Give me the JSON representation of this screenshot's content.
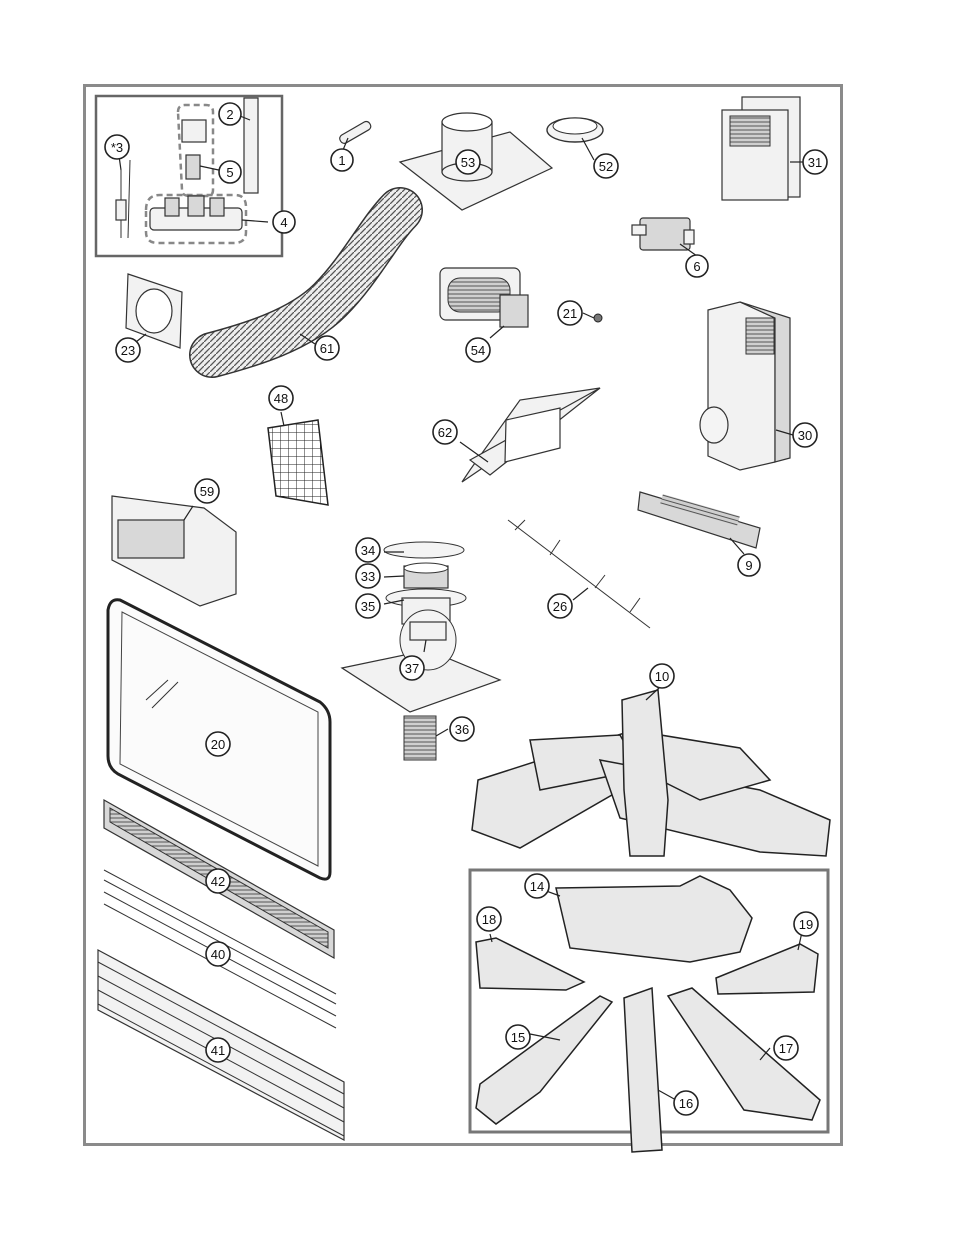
{
  "callouts": [
    {
      "id": "c3",
      "label": "*3"
    },
    {
      "id": "c2",
      "label": "2"
    },
    {
      "id": "c5",
      "label": "5"
    },
    {
      "id": "c4",
      "label": "4"
    },
    {
      "id": "c1",
      "label": "1"
    },
    {
      "id": "c53",
      "label": "53"
    },
    {
      "id": "c52",
      "label": "52"
    },
    {
      "id": "c31",
      "label": "31"
    },
    {
      "id": "c6",
      "label": "6"
    },
    {
      "id": "c23",
      "label": "23"
    },
    {
      "id": "c61",
      "label": "61"
    },
    {
      "id": "c54",
      "label": "54"
    },
    {
      "id": "c21",
      "label": "21"
    },
    {
      "id": "c30",
      "label": "30"
    },
    {
      "id": "c48",
      "label": "48"
    },
    {
      "id": "c62",
      "label": "62"
    },
    {
      "id": "c59",
      "label": "59"
    },
    {
      "id": "c9",
      "label": "9"
    },
    {
      "id": "c34",
      "label": "34"
    },
    {
      "id": "c33",
      "label": "33"
    },
    {
      "id": "c35",
      "label": "35"
    },
    {
      "id": "c26",
      "label": "26"
    },
    {
      "id": "c37",
      "label": "37"
    },
    {
      "id": "c10",
      "label": "10"
    },
    {
      "id": "c36",
      "label": "36"
    },
    {
      "id": "c20",
      "label": "20"
    },
    {
      "id": "c42",
      "label": "42"
    },
    {
      "id": "c14",
      "label": "14"
    },
    {
      "id": "c18",
      "label": "18"
    },
    {
      "id": "c19",
      "label": "19"
    },
    {
      "id": "c40",
      "label": "40"
    },
    {
      "id": "c15",
      "label": "15"
    },
    {
      "id": "c17",
      "label": "17"
    },
    {
      "id": "c16",
      "label": "16"
    },
    {
      "id": "c41",
      "label": "41"
    }
  ]
}
